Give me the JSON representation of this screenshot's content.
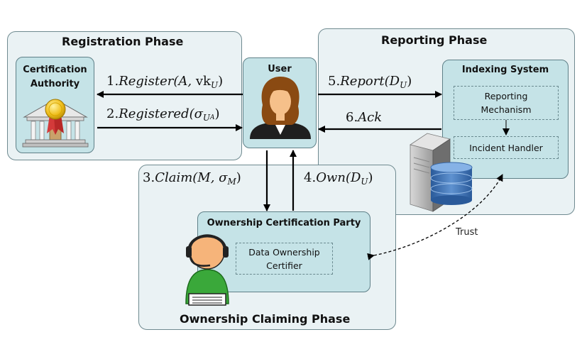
{
  "phases": {
    "registration": "Registration Phase",
    "reporting": "Reporting Phase",
    "ownership_claiming": "Ownership Claiming Phase"
  },
  "entities": {
    "certification_authority": {
      "line1": "Certification",
      "line2": "Authority"
    },
    "user": "User",
    "indexing_system": "Indexing System",
    "reporting_mechanism": {
      "line1": "Reporting",
      "line2": "Mechanism"
    },
    "incident_handler": "Incident Handler",
    "ownership_certification_party": "Ownership Certification Party",
    "data_ownership_certifier": {
      "line1": "Data Ownership",
      "line2": "Certifier"
    }
  },
  "messages": {
    "m1": {
      "num": "1.",
      "name": "Register",
      "args_open": "(A, ",
      "vk": "vk",
      "vk_sub": "U",
      "close": ")"
    },
    "m2": {
      "num": "2.",
      "name": "Registered",
      "args_open": "(σ",
      "sub": "U",
      "sub2": "A",
      "close": ")"
    },
    "m3": {
      "num": "3.",
      "name": "Claim",
      "args_open": "(M, σ",
      "sub": "M",
      "close": ")"
    },
    "m4": {
      "num": "4.",
      "name": "Own",
      "args_open": "(D",
      "sub": "U",
      "close": ")"
    },
    "m5": {
      "num": "5.",
      "name": "Report",
      "args_open": "(D",
      "sub": "U",
      "close": ")"
    },
    "m6": {
      "num": "6.",
      "name": "Ack"
    }
  },
  "trust_label": "Trust",
  "colors": {
    "phase_fill": "#eaf2f4",
    "box_fill": "#c5e3e7",
    "arrow": "#000000",
    "user_hair": "#8a4a12",
    "operator_body": "#3aa83a"
  },
  "icons": [
    "bank-icon",
    "certificate-seal-icon",
    "user-woman-icon",
    "server-icon",
    "database-icon",
    "operator-headset-icon"
  ]
}
